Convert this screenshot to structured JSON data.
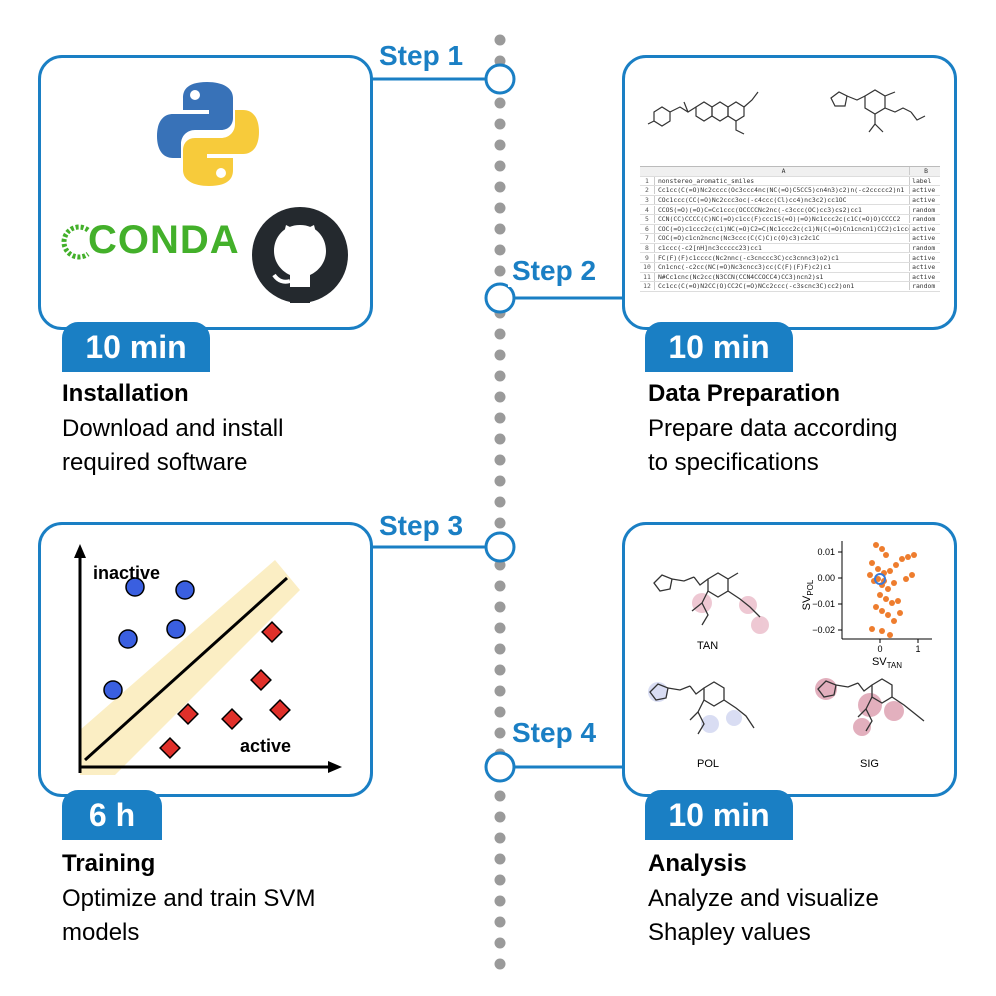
{
  "steps": [
    {
      "label": "Step 1",
      "time": "10 min",
      "title": "Installation",
      "desc": [
        "Download and install",
        "required software"
      ]
    },
    {
      "label": "Step 2",
      "time": "10 min",
      "title": "Data Preparation",
      "desc": [
        "Prepare data according",
        "to specifications"
      ]
    },
    {
      "label": "Step 3",
      "time": "6 h",
      "title": "Training",
      "desc": [
        "Optimize and train SVM",
        "models"
      ]
    },
    {
      "label": "Step 4",
      "time": "10 min",
      "title": "Analysis",
      "desc": [
        "Analyze and visualize",
        "Shapley values"
      ]
    }
  ],
  "install": {
    "conda_text": "CONDA"
  },
  "spreadsheet": {
    "col_headers": [
      "",
      "A",
      "B"
    ],
    "rows": [
      {
        "n": "1",
        "smiles": "nonstereo_aromatic_smiles",
        "label": "label"
      },
      {
        "n": "2",
        "smiles": "Cc1cc(C(=O)Nc2cccc(Oc3ccc4nc(NC(=O)C5CC5)cn4n3)c2)n(-c2ccccc2)n1",
        "label": "active"
      },
      {
        "n": "3",
        "smiles": "COc1ccc(CC(=O)Nc2ccc3oc(-c4ccc(Cl)cc4)nc3c2)cc1OC",
        "label": "active"
      },
      {
        "n": "4",
        "smiles": "CCOS(=O)(=O)C=Cc1ccc(OCCCCNc2nc(-c3ccc(OC)cc3)cs2)cc1",
        "label": "random"
      },
      {
        "n": "5",
        "smiles": "CCN(CC)CCCC(C)NC(=O)c1cc(F)ccc1S(=O)(=O)Nc1ccc2c(c1C(=O)O)CCCC2",
        "label": "random"
      },
      {
        "n": "6",
        "smiles": "COC(=O)c1ccc2c(c1)NC(=O)C2=C(Nc1ccc2c(c1)N(C(=O)Cn1cncn1)CC2)c1ccccc1",
        "label": "active"
      },
      {
        "n": "7",
        "smiles": "COC(=O)c1cn2ncnc(Nc3ccc(C(C)C)c(O)c3)c2c1C",
        "label": "active"
      },
      {
        "n": "8",
        "smiles": "c1ccc(-c2[nH]nc3ccccc23)cc1",
        "label": "random"
      },
      {
        "n": "9",
        "smiles": "FC(F)(F)c1cccc(Nc2nnc(-c3cnccc3C)cc3cnnc3)o2)c1",
        "label": "active"
      },
      {
        "n": "10",
        "smiles": "Cn1cnc(-c2cc(NC(=O)Nc3cncc3)cc(C(F)(F)F)c2)c1",
        "label": "active"
      },
      {
        "n": "11",
        "smiles": "N#Cc1cnc(Nc2cc(N3CCN(CCN4CCOCC4)CC3)ncn2)s1",
        "label": "active"
      },
      {
        "n": "12",
        "smiles": "Cc1cc(C(=O)N2CC(O)CC2C(=O)NCc2ccc(-c3scnc3C)cc2)on1",
        "label": "random"
      }
    ]
  },
  "training_plot": {
    "label_inactive": "inactive",
    "label_active": "active",
    "inactive_color": "#3a5fe0",
    "active_color": "#e0302a",
    "band_color": "#fbeec4"
  },
  "analysis": {
    "mol_labels": [
      "TAN",
      "POL",
      "SIG"
    ],
    "scatter": {
      "y_ticks": [
        "0.01",
        "0.00",
        "−0.01",
        "−0.02"
      ],
      "x_ticks": [
        "0",
        "1"
      ],
      "ylabel_main": "SV",
      "ylabel_sub": "POL",
      "xlabel_main": "SV",
      "xlabel_sub": "TAN",
      "point_color": "#ee7d2e",
      "highlight_color": "#3a7ad8"
    }
  },
  "colors": {
    "accent": "#1a7fc4",
    "timeline": "#9a9a9a"
  }
}
